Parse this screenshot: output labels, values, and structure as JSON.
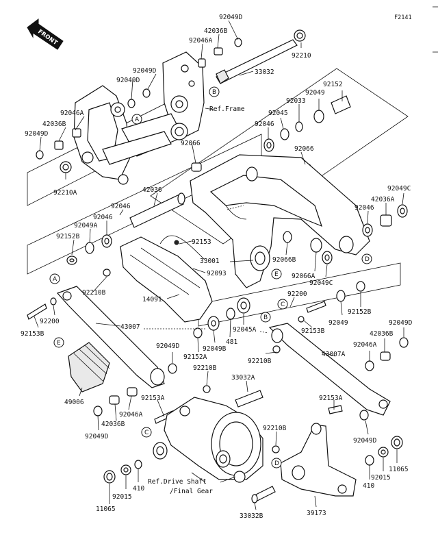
{
  "diagram_code": "F2141",
  "front_label": "FRONT",
  "refs": {
    "frame": "Ref.Frame",
    "drive_line1": "Ref.Drive Shaft",
    "drive_line2": "/Final Gear"
  },
  "callouts": [
    "A",
    "B",
    "A",
    "B",
    "C",
    "D",
    "E",
    "E",
    "C",
    "D"
  ],
  "labels": [
    "92049D",
    "42036B",
    "92046A",
    "92210",
    "33032",
    "92049D",
    "92049D",
    "92152",
    "92049",
    "92033",
    "92045",
    "92046",
    "92046A",
    "42036B",
    "92049D",
    "92066",
    "92066",
    "92210A",
    "42036",
    "92049C",
    "42036A",
    "92046",
    "92046",
    "92046",
    "92049A",
    "92152B",
    "92153",
    "33001",
    "92066B",
    "92093",
    "92066A",
    "92049C",
    "14091",
    "92200",
    "92210B",
    "92200",
    "92049",
    "92152B",
    "43007",
    "92153B",
    "481",
    "92045A",
    "92049B",
    "92153B",
    "92049D",
    "92152A",
    "92049D",
    "42036B",
    "92210B",
    "43007A",
    "92046A",
    "92210B",
    "33032A",
    "49006",
    "92153A",
    "92046A",
    "92153A",
    "92049D",
    "42036B",
    "92210B",
    "92049D",
    "11065",
    "92015",
    "410",
    "410",
    "92015",
    "11065",
    "33032B",
    "39173"
  ]
}
